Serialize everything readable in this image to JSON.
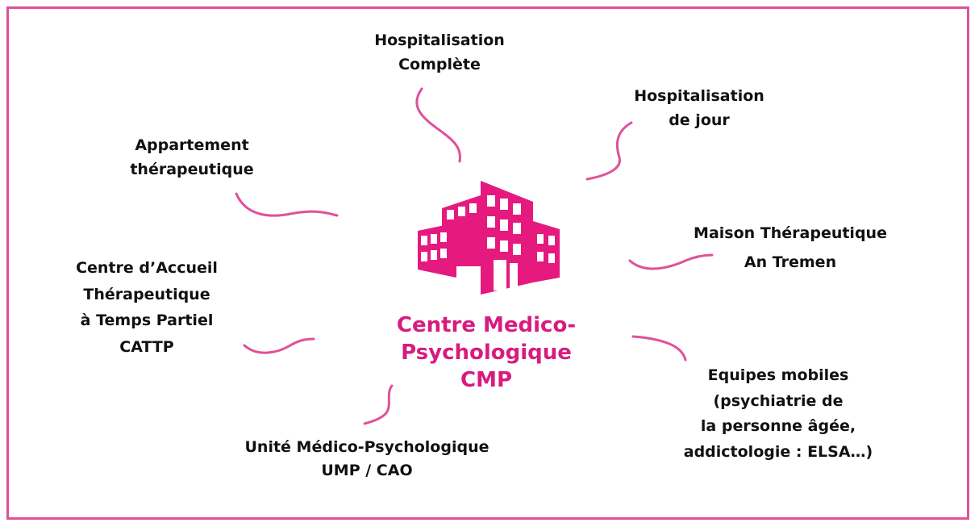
{
  "colors": {
    "accent": "#e0509a",
    "building": "#e6197e",
    "center_text": "#d81b7f",
    "node_text": "#111111"
  },
  "center": {
    "icon": "building-icon",
    "lines": [
      "Centre Medico-",
      "Psychologique",
      "CMP"
    ]
  },
  "nodes": {
    "hospitalisation_complete": [
      "Hospitalisation",
      "Complète"
    ],
    "hospitalisation_jour": [
      "Hospitalisation",
      "de jour"
    ],
    "appartement": [
      "Appartement",
      "thérapeutique"
    ],
    "maison": [
      "Maison Thérapeutique",
      "An Tremen"
    ],
    "cattp": [
      "Centre d’Accueil",
      "Thérapeutique",
      "à Temps Partiel",
      "CATTP"
    ],
    "equipes": [
      "Equipes mobiles",
      "(psychiatrie de",
      "la personne âgée,",
      "addictologie : ELSA…)"
    ],
    "ump": [
      "Unité Médico-Psychologique",
      "UMP / CAO"
    ]
  }
}
